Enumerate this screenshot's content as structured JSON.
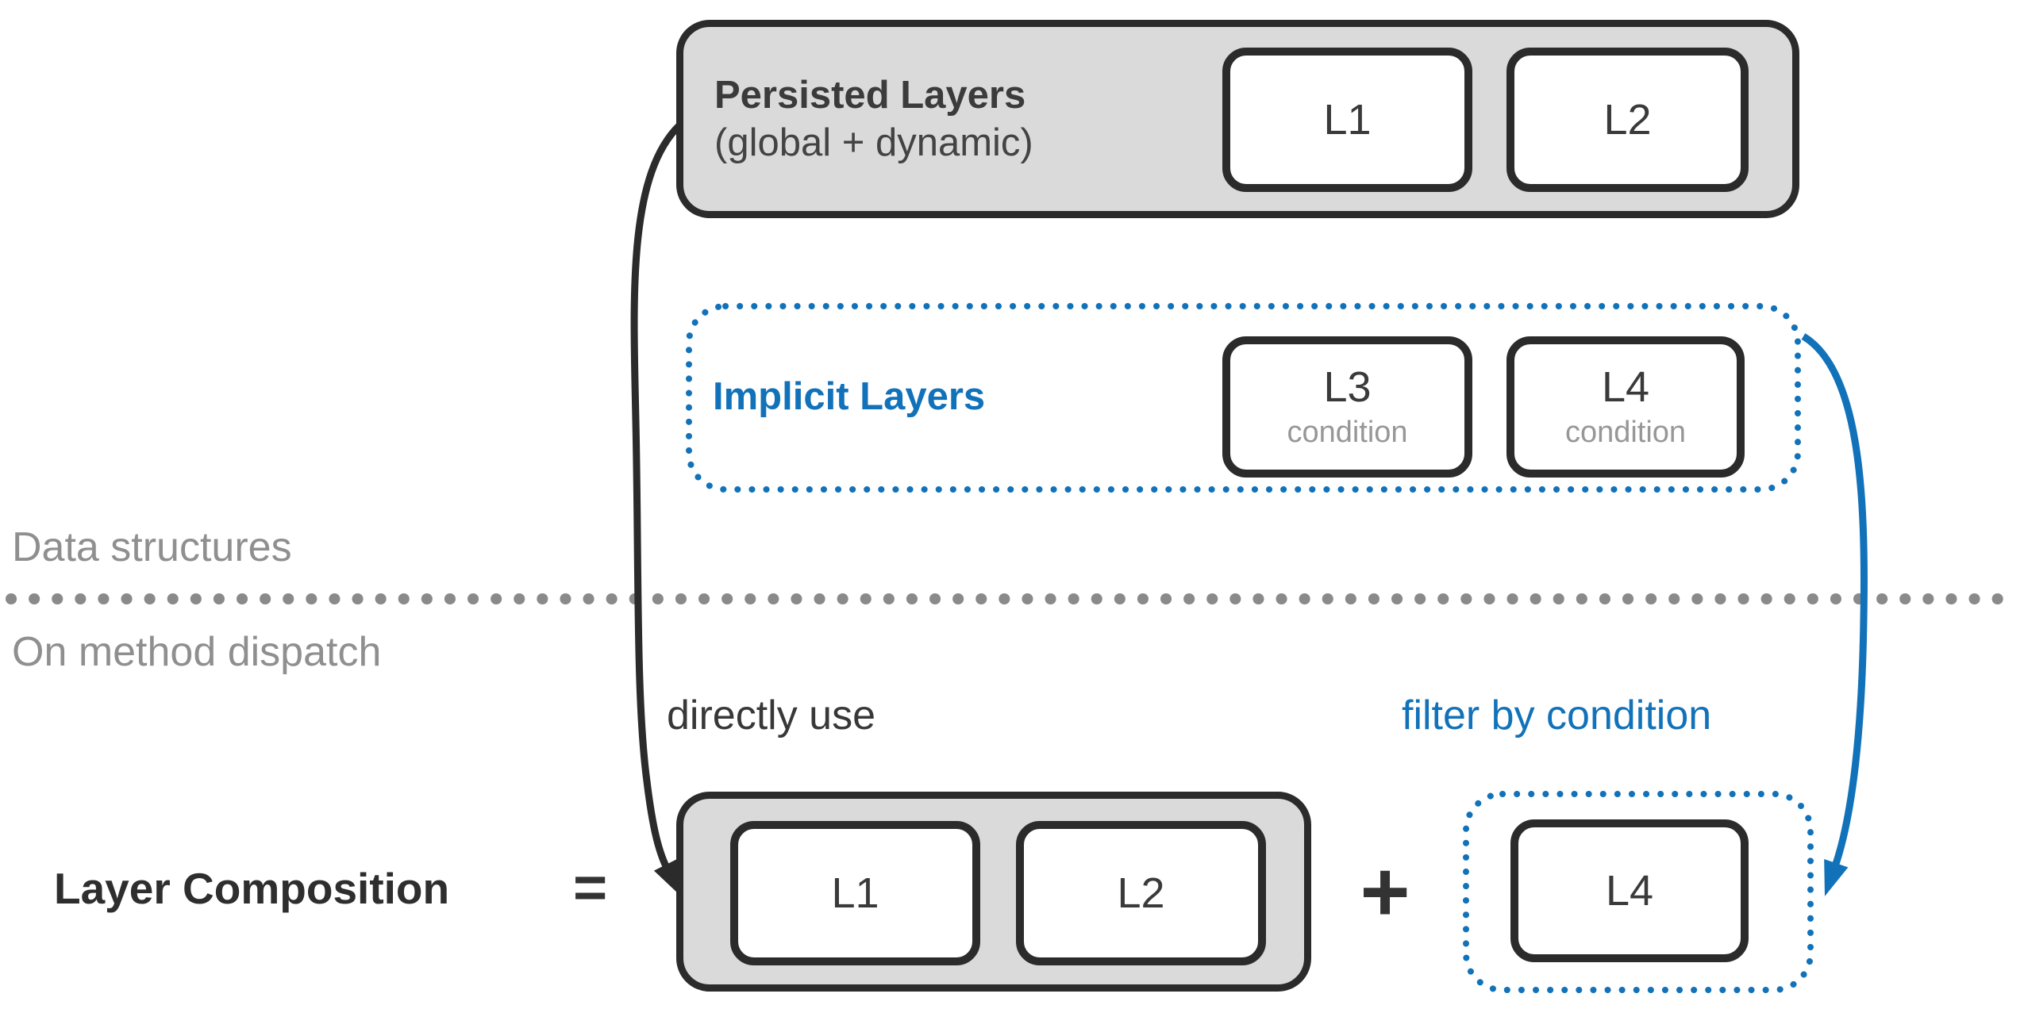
{
  "diagram": {
    "persisted": {
      "title": "Persisted Layers",
      "subtitle": "(global + dynamic)",
      "layer1": "L1",
      "layer2": "L2"
    },
    "implicit": {
      "title": "Implicit Layers",
      "layer3": "L3",
      "layer3_sub": "condition",
      "layer4": "L4",
      "layer4_sub": "condition"
    },
    "regions": {
      "above_divider": "Data structures",
      "below_divider": "On method dispatch"
    },
    "annotations": {
      "direct_arrow_label": "directly use",
      "filter_arrow_label": "filter by condition"
    },
    "composition": {
      "title": "Layer Composition",
      "equals": "=",
      "layer1": "L1",
      "layer2": "L2",
      "plus": "+",
      "filtered_layer": "L4"
    },
    "colors": {
      "accent_blue": "#1272b9",
      "ink": "#2b2b2b",
      "panel_gray": "#dadada",
      "muted_gray": "#8f8f8f",
      "condition_gray": "#979797"
    }
  }
}
